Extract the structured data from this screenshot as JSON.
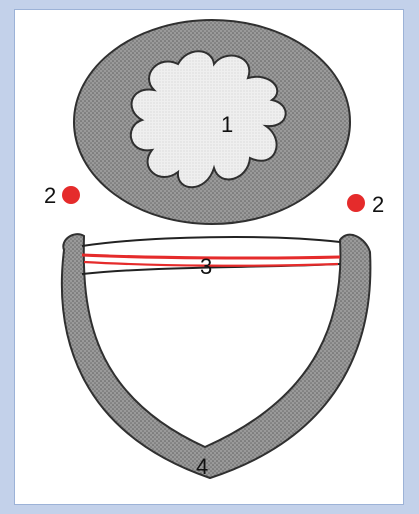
{
  "colors": {
    "page_background": "#c3d1ea",
    "panel_background": "#ffffff",
    "stipple_fill": "#8a8a8a",
    "inner_fill": "#ededed",
    "red": "#e52b2b",
    "outline": "#2a2a2a"
  },
  "labels": {
    "cross_section": "1",
    "left_point": "2",
    "right_point": "2",
    "middle_band": "3",
    "bottom_arch": "4"
  }
}
